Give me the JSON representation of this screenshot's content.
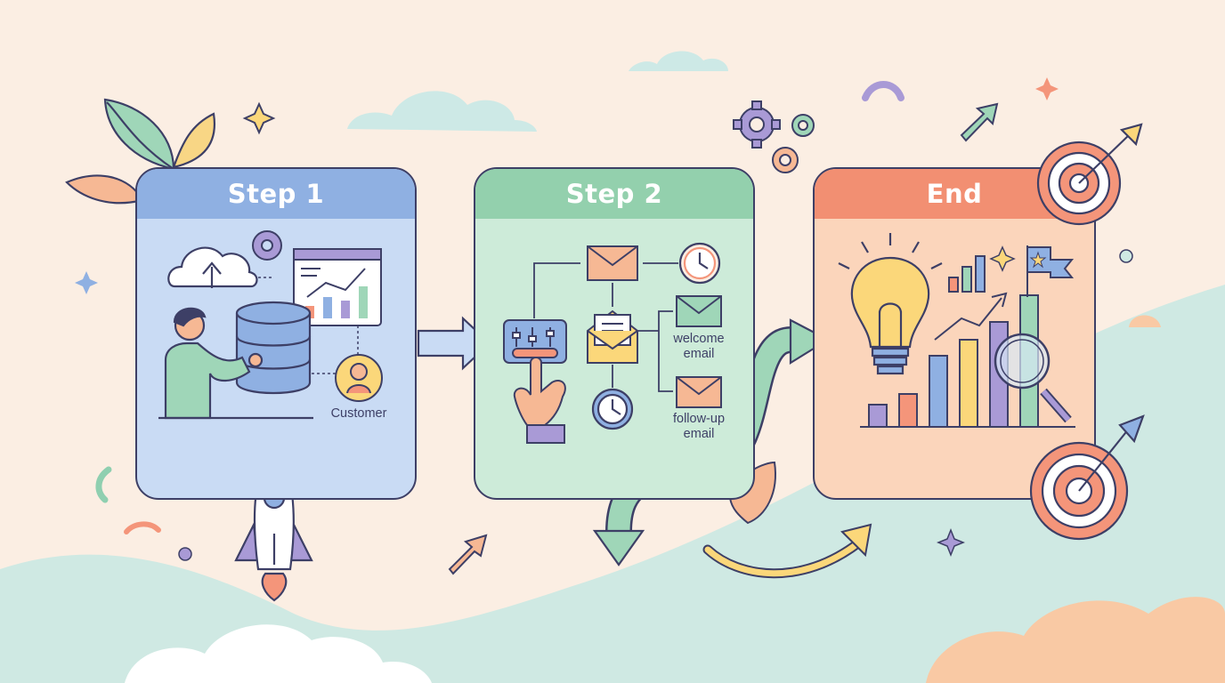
{
  "steps": {
    "step1": {
      "title": "Step 1",
      "customer_label": "Customer"
    },
    "step2": {
      "title": "Step 2",
      "welcome_label": "welcome email",
      "followup_label": "follow-up email"
    },
    "end": {
      "title": "End"
    }
  },
  "colors": {
    "background": "#fbeee3",
    "outline": "#3d3f66",
    "step1_header": "#8fb0e2",
    "step1_body": "#c9dbf4",
    "step2_header": "#93d0ad",
    "step2_body": "#cdebd9",
    "end_header": "#f28f72",
    "end_body": "#fbd5bb",
    "mint": "#cfe9e3",
    "purple": "#a99ad6",
    "yellow": "#fbd77a"
  },
  "icons": [
    "cloud-upload-icon",
    "gear-icon",
    "analytics-window-icon",
    "database-icon",
    "person-icon",
    "customer-avatar-icon",
    "mail-icon",
    "clock-icon",
    "control-panel-icon",
    "hand-pointer-icon",
    "open-envelope-icon",
    "lightbulb-icon",
    "magnifier-icon",
    "bar-chart-icon",
    "target-icon",
    "flag-icon",
    "rocket-icon",
    "leaf-icon",
    "sparkle-icon",
    "arrow-icon"
  ]
}
